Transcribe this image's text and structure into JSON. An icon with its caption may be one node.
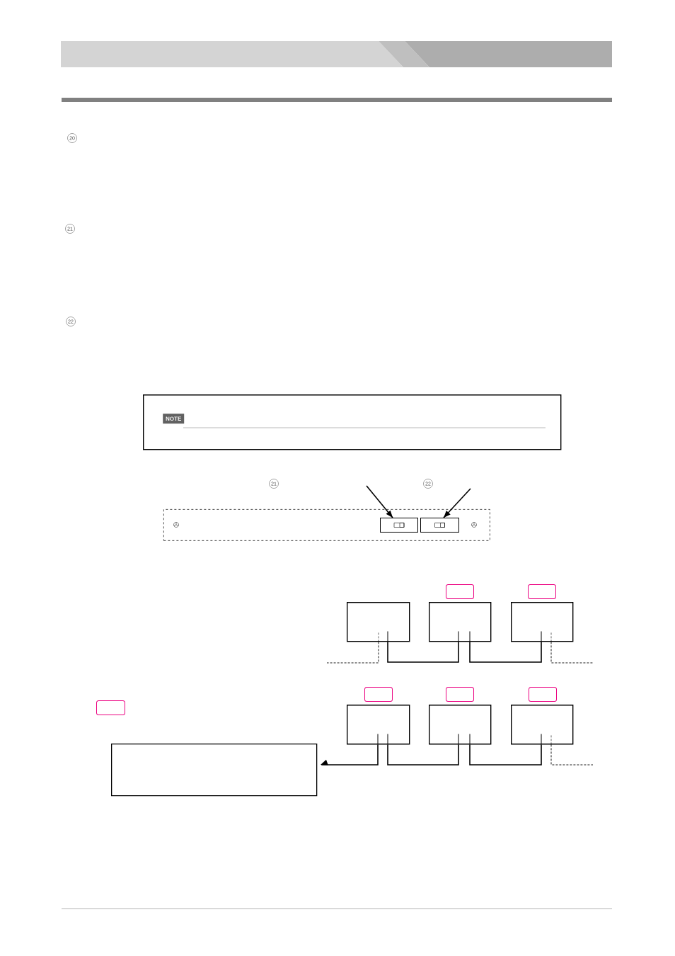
{
  "diagram": {
    "nodes": [
      {
        "text": [],
        "shape": "box"
      },
      {
        "text": [
          "NOTE"
        ],
        "in": 0
      },
      {
        "text": [],
        "shape": "box"
      },
      {
        "text": [],
        "shape": "box",
        "in": 2
      },
      {
        "text": [],
        "shape": "box",
        "in": 2
      },
      {
        "text": [],
        "shape": "box"
      },
      {
        "text": [],
        "shape": "box"
      },
      {
        "text": [],
        "shape": "box"
      },
      {
        "text": [],
        "shape": "box"
      },
      {
        "text": [],
        "shape": "box"
      },
      {
        "text": [],
        "shape": "box"
      },
      {
        "text": [],
        "shape": "box"
      },
      {
        "text": [],
        "shape": "box"
      },
      {
        "text": [],
        "shape": "box"
      },
      {
        "text": [],
        "shape": "box"
      },
      {
        "text": [],
        "shape": "box"
      },
      {
        "text": [],
        "shape": "box"
      },
      {
        "text": [],
        "shape": "box"
      }
    ],
    "edges": [
      {
        "from": null,
        "to": 3,
        "arrow": "to"
      },
      {
        "from": null,
        "to": 4,
        "arrow": "to"
      },
      {
        "from": 5,
        "to": 6,
        "arrow": "none"
      },
      {
        "from": 6,
        "to": 7,
        "arrow": "none"
      },
      {
        "from": 5,
        "to": null,
        "arrow": "none",
        "style": "dashed"
      },
      {
        "from": 7,
        "to": null,
        "arrow": "none",
        "style": "dashed"
      },
      {
        "from": 8,
        "to": 17,
        "arrow": "to"
      },
      {
        "from": 8,
        "to": 9,
        "arrow": "none"
      },
      {
        "from": 9,
        "to": 10,
        "arrow": "none"
      },
      {
        "from": 10,
        "to": null,
        "arrow": "none",
        "style": "dashed"
      }
    ],
    "labels": [
      "20",
      "21",
      "22",
      "21",
      "22"
    ]
  }
}
